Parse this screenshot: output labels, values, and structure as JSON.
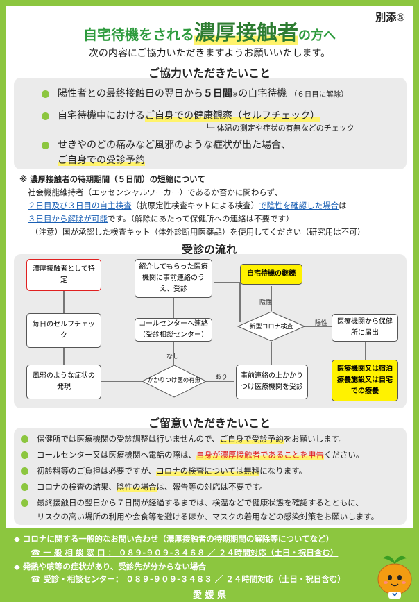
{
  "attachment": "別添⑤",
  "title": {
    "part1": "自宅待機をされる",
    "part2": "濃厚接触者",
    "part3": "の方へ"
  },
  "subtitle": "次の内容にご協力いただきますようお願いいたします。",
  "section1": {
    "heading": "ご協力いただきたいこと",
    "item1": {
      "text_a": "陽性者との最終接触日の翌日から",
      "text_b": "５日間",
      "text_c": "※",
      "text_d": "の自宅待機",
      "note": "（６日目に解除）"
    },
    "item2": {
      "text_a": "自宅待機中における",
      "text_b": "ご自身での健康観察（セルフチェック）",
      "sub": "体温の測定や症状の有無などのチェック"
    },
    "item3": {
      "line1": "せきやのどの痛みなど風邪のような症状が出た場合、",
      "line2": "ご自身での受診予約"
    }
  },
  "notice": {
    "heading": "※ 濃厚接触者の待期期間（５日間）の短縮について",
    "line1": "社会機能維持者（エッセンシャルワーカー）であるか否かに関わらず、",
    "line2a": "２日目及び３日目の自主検査",
    "line2b": "（抗原定性検査キットによる検査）",
    "line2c": "で陰性を確認した場合",
    "line2d": "は",
    "line3a": "３日目から解除が可能",
    "line3b": "です。（解除にあたって保健所への連絡は不要です）",
    "caution": "（注意）国が承認した検査キット（体外診断用医薬品）を使用してください（研究用は不可）"
  },
  "flow": {
    "heading": "受診の流れ",
    "nodes": {
      "close_contact": "濃厚接触者として特定",
      "daily_check": "毎日のセルフチェック",
      "cold_symptoms": "風邪のような症状の発現",
      "family_doctor": "かかりつけ医の有無",
      "call_center": "コールセンターへ連絡（受診相談センター）",
      "referred_clinic": "紹介してもらった医療機関に事前連絡のうえ、受診",
      "pre_contact": "事前連絡の上かかりつけ医療機関を受診",
      "covid_test": "新型コロナ検査",
      "continue_wait": "自宅待機の継続",
      "report_hc": "医療機関から保健所に届出",
      "treatment": "医療機関又は宿泊療養施設又は自宅での療養"
    },
    "labels": {
      "none": "なし",
      "yes": "あり",
      "negative": "陰性",
      "positive": "陽性"
    }
  },
  "section2": {
    "heading": "ご留意いただきたいこと",
    "items": [
      {
        "a": "保健所では医療機関の受診調整は行いませんので、",
        "b": "ご自身で受診予約",
        "c": "をお願いします。"
      },
      {
        "a": "コールセンター又は医療機関へ電話の際は、",
        "b": "自身が濃厚接触者であることを申告",
        "c": "ください。"
      },
      {
        "a": "初診料等のご負担は必要ですが、",
        "b": "コロナの検査については無料",
        "c": "になります。"
      },
      {
        "a": "コロナの検査の結果、",
        "b": "陰性の場合",
        "c": "は、報告等の対応は不要です。"
      }
    ],
    "item5_line1": "最終接触日の翌日から７日間が経過するまでは、検温などで健康状態を確認するとともに、",
    "item5_line2": "リスクの高い場所の利用や会食等を避けるほか、マスクの着用などの感染対策をお願いします。"
  },
  "footer": {
    "q1": "◆ コロナに関する一般的なお問い合わせ（濃厚接触者の待期期間の解除等についてなど）",
    "tel1": "☎ 一 般 相 談 窓 口 ： ０８９-９０９-３４６８ ／ ２４時間対応（土日・祝日含む）",
    "q2": "◆ 発熱や咳等の症状があり、受診先が分からない場合",
    "tel2": "☎ 受診・相談センター： ０８９-９０９-３４８３ ／ ２４時間対応（土日・祝日含む）",
    "prefecture": "愛 媛 県"
  },
  "colors": {
    "green": "#8cc63f",
    "title_green": "#2e7d32",
    "red": "#e02020",
    "yellow": "#fff200",
    "blue": "#1a5fb4"
  },
  "mascot_icon": "mascot-icon"
}
